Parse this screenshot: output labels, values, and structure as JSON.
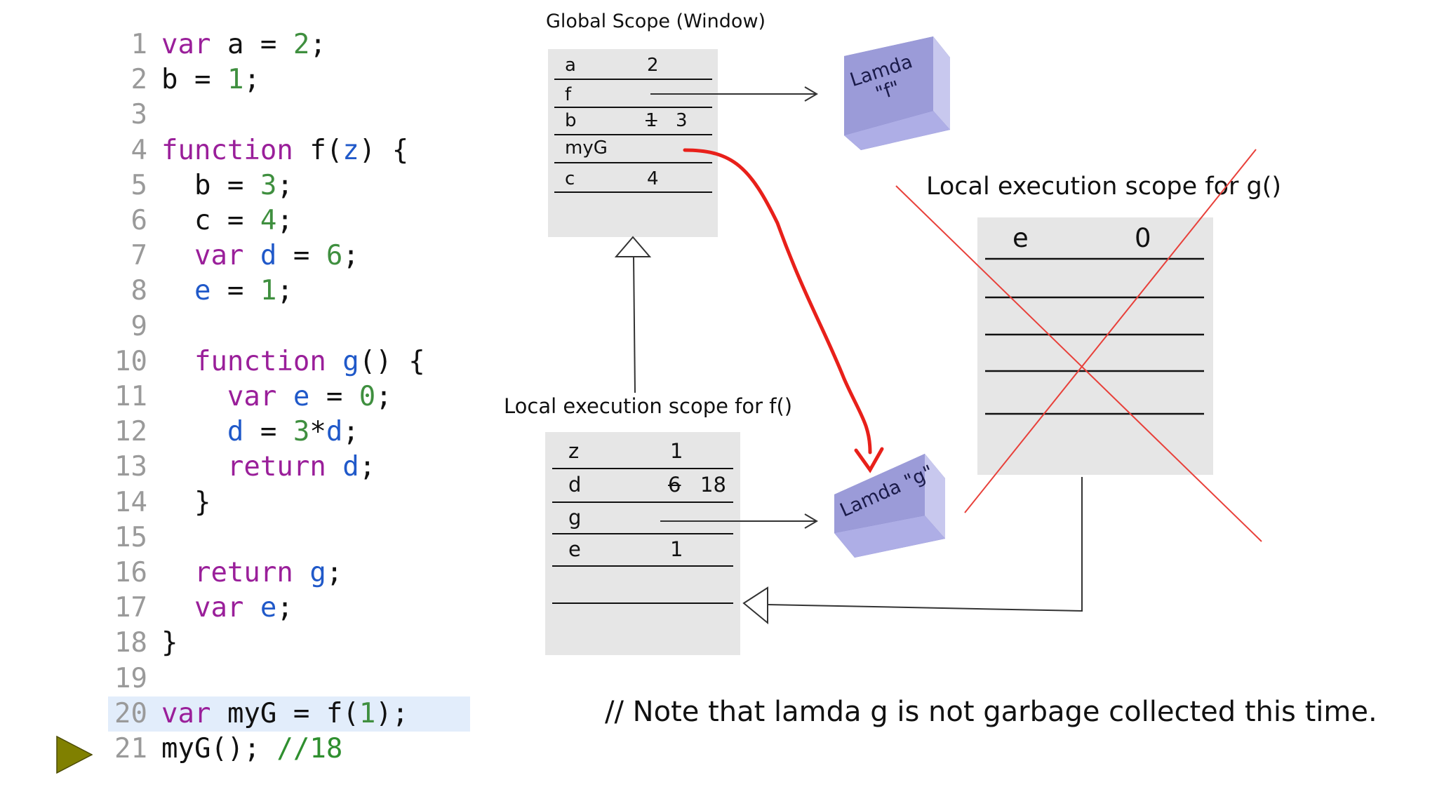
{
  "code": {
    "lines": [
      {
        "num": "1",
        "text": "var a = 2;"
      },
      {
        "num": "2",
        "text": "b = 1;"
      },
      {
        "num": "3",
        "text": ""
      },
      {
        "num": "4",
        "text": "function f(z) {"
      },
      {
        "num": "5",
        "text": "  b = 3;"
      },
      {
        "num": "6",
        "text": "  c = 4;"
      },
      {
        "num": "7",
        "text": "  var d = 6;"
      },
      {
        "num": "8",
        "text": "  e = 1;"
      },
      {
        "num": "9",
        "text": ""
      },
      {
        "num": "10",
        "text": "  function g() {"
      },
      {
        "num": "11",
        "text": "    var e = 0;"
      },
      {
        "num": "12",
        "text": "    d = 3*d;"
      },
      {
        "num": "13",
        "text": "    return d;"
      },
      {
        "num": "14",
        "text": "  }"
      },
      {
        "num": "15",
        "text": ""
      },
      {
        "num": "16",
        "text": "  return g;"
      },
      {
        "num": "17",
        "text": "  var e;"
      },
      {
        "num": "18",
        "text": "}"
      },
      {
        "num": "19",
        "text": ""
      },
      {
        "num": "20",
        "text": "var myG = f(1);",
        "highlighted": true
      },
      {
        "num": "21",
        "text": "myG(); //18",
        "current": true
      }
    ],
    "syntax_colors": {
      "keyword": "#9a1f9a",
      "identifier": "#2059c9",
      "number": "#3f8f3f",
      "comment": "#2f8f2f"
    },
    "pointer_icon": "play-triangle",
    "pointer_color": "#808000"
  },
  "global_scope": {
    "title": "Global Scope (Window)",
    "rows": [
      {
        "name": "a",
        "value": "2"
      },
      {
        "name": "f",
        "value": ""
      },
      {
        "name": "b",
        "old": "1",
        "value": "3"
      },
      {
        "name": "myG",
        "value": ""
      },
      {
        "name": "c",
        "value": "4"
      }
    ]
  },
  "f_scope": {
    "title": "Local execution scope for f()",
    "rows": [
      {
        "name": "z",
        "value": "1"
      },
      {
        "name": "d",
        "old": "6",
        "value": "18"
      },
      {
        "name": "g",
        "value": ""
      },
      {
        "name": "e",
        "value": "1"
      }
    ]
  },
  "g_scope": {
    "title": "Local execution scope for g()",
    "rows": [
      {
        "name": "e",
        "value": "0"
      }
    ],
    "crossed_out": true,
    "cross_color": "#e8403a"
  },
  "lambdas": [
    {
      "id": "f",
      "label": "Lamda\n\"f\""
    },
    {
      "id": "g",
      "label": "Lamda \"g\""
    }
  ],
  "colors": {
    "scope_fill": "#e6e6e6",
    "lambda_fill": "#9b9bd8",
    "reference_arrow": "#e8201a"
  },
  "note": "// Note that lamda g is not garbage collected this time."
}
